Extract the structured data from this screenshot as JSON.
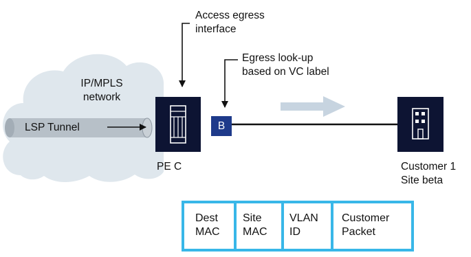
{
  "cloud": {
    "title_line1": "IP/MPLS",
    "title_line2": "network"
  },
  "tunnel": {
    "label": "LSP Tunnel"
  },
  "router": {
    "label": "PE C"
  },
  "interface_badge": {
    "label": "B"
  },
  "callouts": {
    "access_line1": "Access egress",
    "access_line2": "interface",
    "egress_line1": "Egress look-up",
    "egress_line2": "based on VC label"
  },
  "customer": {
    "line1": "Customer 1",
    "line2": "Site beta"
  },
  "packet": {
    "fields": [
      {
        "line1": "Dest",
        "line2": "MAC"
      },
      {
        "line1": "Site",
        "line2": "MAC"
      },
      {
        "line1": "VLAN",
        "line2": "ID"
      },
      {
        "line1": "Customer",
        "line2": "Packet"
      }
    ]
  },
  "colors": {
    "cloud": "#dfe7ed",
    "tunnel": "#b7c0c8",
    "device": "#0d1433",
    "badge": "#1e3a8a",
    "flow_arrow": "#c7d4e0",
    "packet_border": "#38b7e8"
  }
}
